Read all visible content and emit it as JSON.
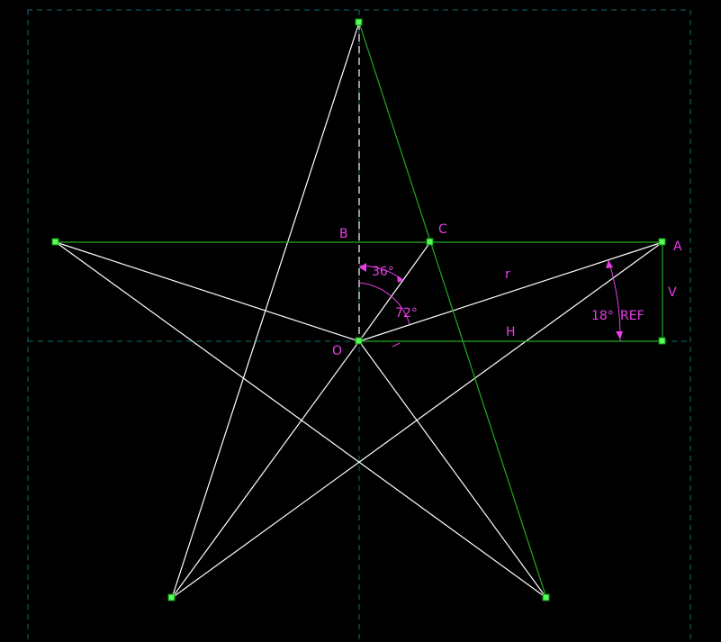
{
  "colors": {
    "background": "#000000",
    "star_lines": "#ffffff",
    "construction_lines": "#22aa22",
    "center_lines": "#0b6b6b",
    "annotations": "#e83ee8",
    "grip_fill": "#55ff55",
    "grip_border": "#118811"
  },
  "labels": {
    "point_a": "A",
    "point_b": "B",
    "point_c": "C",
    "point_o": "O",
    "radius": "r",
    "horizontal": "H",
    "vertical": "V",
    "angle_36": "36°",
    "angle_72": "72°",
    "angle_18": "18°",
    "ref": "REF"
  },
  "icons": {
    "grip": "green-square-grip-icon",
    "arrowhead": "arrowhead-icon"
  }
}
